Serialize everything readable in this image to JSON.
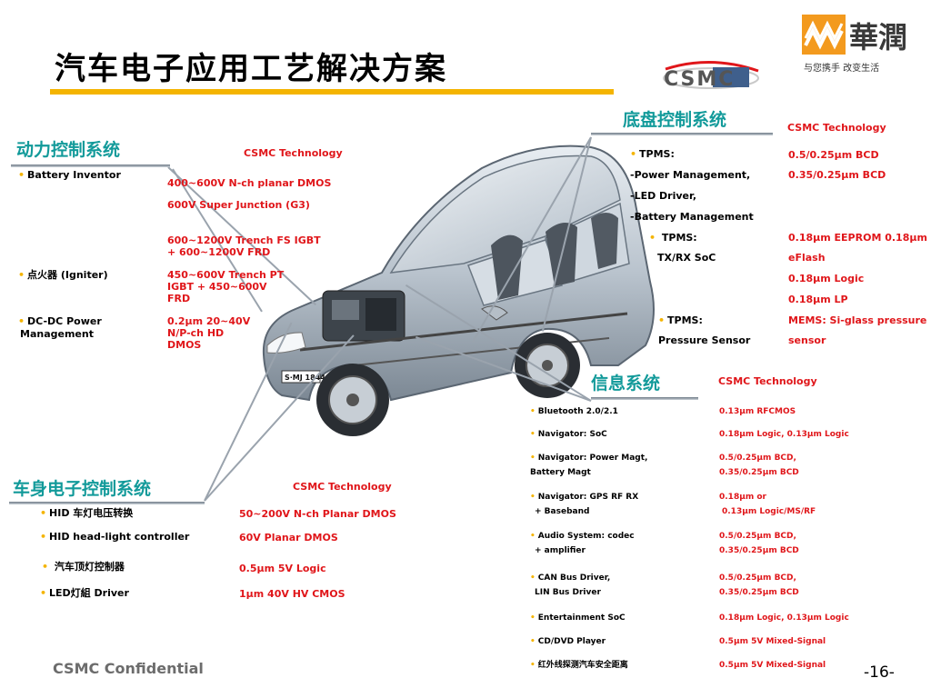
{
  "title": "汽车电子应用工艺解决方案",
  "logos": {
    "csmc": "CSMC",
    "huarun_name": "華潤",
    "huarun_slogan": "与您携手  改变生活"
  },
  "footer": {
    "confidential": "CSMC Confidential",
    "page": "-16-"
  },
  "power": {
    "heading": "动力控制系统",
    "tech_header": "CSMC Technology",
    "items": [
      {
        "label": "Battery Inventor",
        "tech": [
          "400~600V N-ch planar DMOS",
          "600V Super Junction (G3)",
          "600~1200V Trench FS IGBT",
          "+  600~1200V FRD"
        ]
      },
      {
        "label": "点火器 (Igniter)",
        "tech": [
          "450~600V Trench PT",
          "IGBT + 450~600V",
          "FRD"
        ]
      },
      {
        "label": "DC-DC Power",
        "label2": "Management",
        "tech": [
          "0.2μm 20~40V",
          "N/P-ch HD",
          "DMOS"
        ]
      }
    ]
  },
  "chassis": {
    "heading": "底盘控制系统",
    "tech_header": "CSMC Technology",
    "rows": [
      {
        "label": "TPMS:",
        "bullet": true,
        "tech": "0.5/0.25μm BCD"
      },
      {
        "label": "-Power Management,",
        "tech": "0.35/0.25μm BCD"
      },
      {
        "label": "-LED Driver,",
        "tech": ""
      },
      {
        "label": "-Battery Management",
        "tech": ""
      },
      {
        "label": "TPMS:",
        "bullet": true,
        "tech": "0.18μm EEPROM 0.18μm"
      },
      {
        "label": "TX/RX SoC",
        "tech": "eFlash"
      },
      {
        "label": "",
        "tech": "0.18μm Logic"
      },
      {
        "label": "",
        "tech": "0.18μm LP"
      },
      {
        "label": "TPMS:",
        "bullet": true,
        "tech": "MEMS: Si-glass pressure"
      },
      {
        "label": "Pressure Sensor",
        "tech": "sensor"
      }
    ]
  },
  "info": {
    "heading": "信息系统",
    "tech_header": "CSMC Technology",
    "items": [
      {
        "label": "Bluetooth 2.0/2.1",
        "tech": "0.13μm RFCMOS"
      },
      {
        "label": "Navigator: SoC",
        "tech": "0.18μm Logic, 0.13μm Logic"
      },
      {
        "label": "Navigator: Power Magt,",
        "label2": "Battery Magt",
        "tech": "0.5/0.25μm BCD,",
        "tech2": "0.35/0.25μm BCD"
      },
      {
        "label": "Navigator: GPS RF RX",
        "label2": "+ Baseband",
        "tech": "0.18μm or",
        "tech2": "0.13μm Logic/MS/RF"
      },
      {
        "label": "Audio System: codec",
        "label2": "+ amplifier",
        "tech": "0.5/0.25μm BCD,",
        "tech2": "0.35/0.25μm BCD"
      },
      {
        "label": "CAN Bus Driver,",
        "label2": "LIN Bus Driver",
        "tech": "0.5/0.25μm BCD,",
        "tech2": "0.35/0.25μm BCD"
      },
      {
        "label": "Entertainment SoC",
        "tech": "0.18μm Logic, 0.13μm Logic"
      },
      {
        "label": "CD/DVD Player",
        "tech": "0.5μm 5V Mixed-Signal"
      },
      {
        "label": "红外线探测汽车安全距离",
        "tech": "0.5μm 5V Mixed-Signal"
      }
    ]
  },
  "body": {
    "heading": "车身电子控制系统",
    "tech_header": "CSMC Technology",
    "items": [
      {
        "label": "HID 车灯电压转换",
        "tech": "50~200V N-ch Planar DMOS"
      },
      {
        "label": "HID head-light controller",
        "tech": "60V Planar DMOS"
      },
      {
        "label": " 汽车顶灯控制器",
        "tech": "0.5μm 5V Logic"
      },
      {
        "label": "LED灯組 Driver",
        "tech": "1μm 40V HV CMOS"
      }
    ]
  },
  "car": {
    "plate": "S·MJ 1844"
  },
  "colors": {
    "accent": "#f4b400",
    "heading": "#129a9a",
    "tech": "#e0161a",
    "logo_orange": "#f39a1e",
    "logo_blue": "#3f5f8c"
  }
}
